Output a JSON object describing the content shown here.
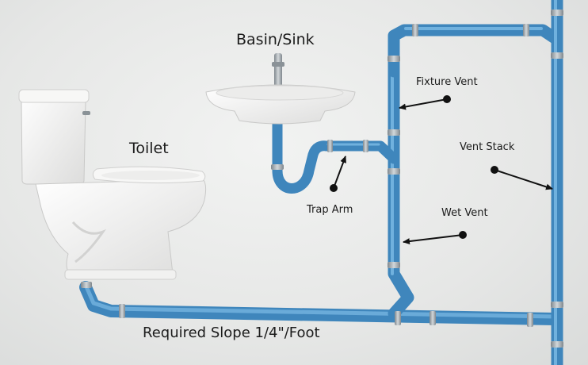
{
  "labels": {
    "basin_sink": "Basin/Sink",
    "toilet": "Toilet",
    "fixture_vent": "Fixture Vent",
    "vent_stack": "Vent Stack",
    "trap_arm": "Trap Arm",
    "wet_vent": "Wet Vent",
    "slope": "Required Slope 1/4\"/Foot"
  },
  "colors": {
    "pipe": "#5ba3d6",
    "fitting": "#9aa3a9",
    "porcelain": "#f4f4f3",
    "wall": "#e9eae9",
    "leader": "#111111"
  }
}
